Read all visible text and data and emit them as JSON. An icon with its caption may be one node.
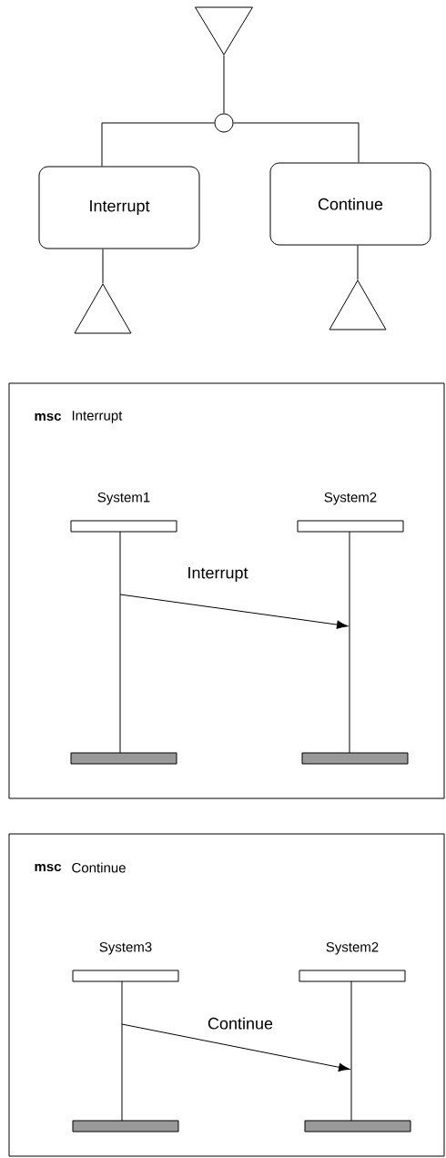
{
  "diagram": {
    "nodes": [
      {
        "text": [],
        "shape": "triangle"
      },
      {
        "text": [],
        "shape": "circle"
      },
      {
        "text": [
          "Interrupt"
        ]
      },
      {
        "text": [
          "Continue"
        ]
      },
      {
        "text": [],
        "shape": "triangle"
      },
      {
        "text": [],
        "shape": "triangle"
      },
      {
        "text": [
          "msc",
          "Interrupt"
        ]
      },
      {
        "text": [
          "System1"
        ],
        "in": 6
      },
      {
        "text": [
          "System2"
        ],
        "in": 6
      },
      {
        "text": [],
        "shape": "line",
        "in": 6
      },
      {
        "text": [],
        "shape": "line",
        "in": 6
      },
      {
        "text": [],
        "shape": "bar",
        "in": 6
      },
      {
        "text": [],
        "shape": "bar",
        "in": 6
      },
      {
        "text": [
          "msc",
          "Continue"
        ]
      },
      {
        "text": [
          "System3"
        ],
        "in": 13
      },
      {
        "text": [
          "System2"
        ],
        "in": 13
      },
      {
        "text": [],
        "shape": "line",
        "in": 13
      },
      {
        "text": [],
        "shape": "line",
        "in": 13
      },
      {
        "text": [],
        "shape": "bar",
        "in": 13
      },
      {
        "text": [],
        "shape": "bar",
        "in": 13
      }
    ],
    "edges": [
      {
        "from": 0,
        "to": 1,
        "arrow": "none"
      },
      {
        "from": 1,
        "to": 2,
        "arrow": "none"
      },
      {
        "from": 1,
        "to": 3,
        "arrow": "none"
      },
      {
        "from": 2,
        "to": 4,
        "arrow": "none"
      },
      {
        "from": 3,
        "to": 5,
        "arrow": "none"
      },
      {
        "from": 9,
        "to": 10,
        "arrow": "to",
        "label": "Interrupt"
      },
      {
        "from": 16,
        "to": 17,
        "arrow": "to",
        "label": "Continue"
      }
    ]
  }
}
